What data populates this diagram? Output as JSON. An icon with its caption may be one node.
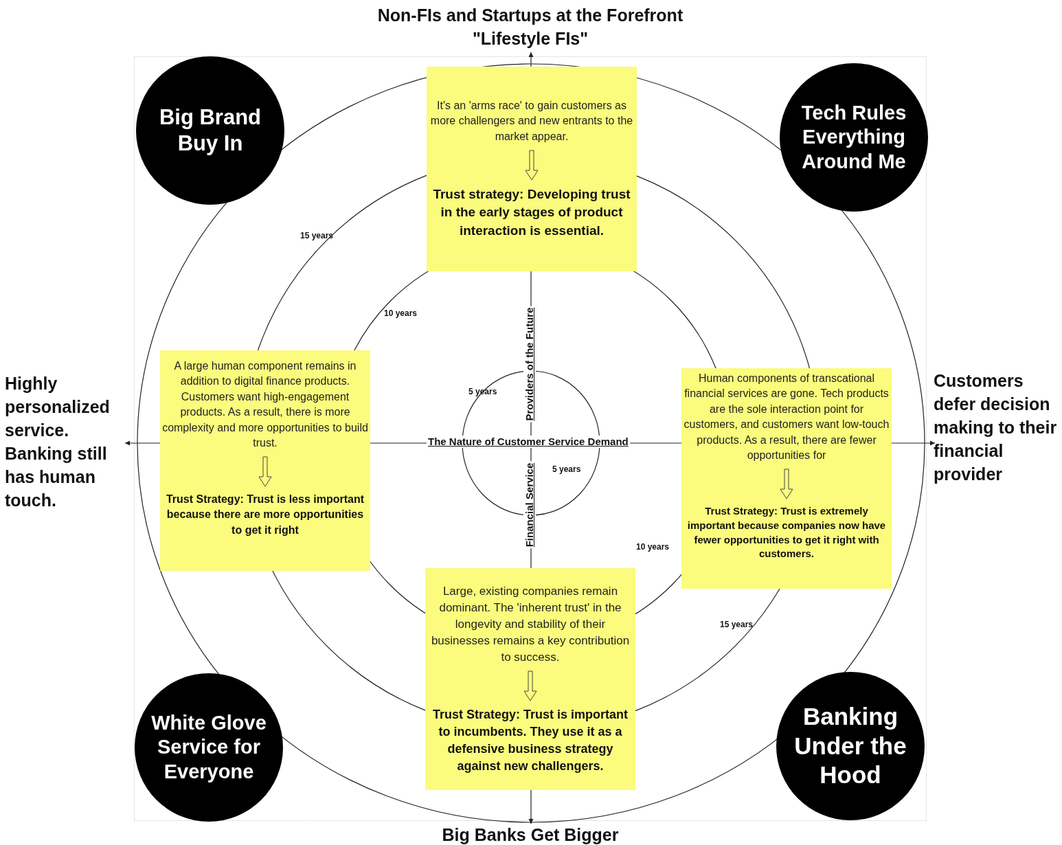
{
  "diagram": {
    "nodes": [
      {
        "text": [
          "Big Brand Buy In"
        ]
      },
      {
        "text": [
          "It's an 'arms race' to gain customers as more challengers and new entrants to the market appear.",
          "Trust strategy: Developing trust in the early stages of product interaction is essential."
        ]
      },
      {
        "text": [
          "Tech Rules Everything Around Me"
        ]
      },
      {
        "text": [
          "A large human component remains in addition to digital finance products. Customers want high-engagement products. As a result, there is more complexity and more opportunities to build trust.",
          "Trust Strategy: Trust is less important because there are more opportunities to get it right"
        ]
      },
      {
        "text": [
          "Human components of transcational financial services are gone. Tech products are the sole interaction point for customers, and customers want low-touch products. As a result, there are fewer opportunities for",
          "Trust Strategy: Trust is extremely important because companies now have fewer opportunities to get it right with customers."
        ]
      },
      {
        "text": [
          "Large, existing companies remain dominant. The 'inherent trust' in the longevity and stability of their businesses remains a key contribution to success.",
          "Trust Strategy: Trust is important to incumbents. They use it as a defensive business strategy against new challengers."
        ]
      },
      {
        "text": [
          "White Glove Service for Everyone"
        ]
      },
      {
        "text": [
          "Banking Under the Hood"
        ]
      }
    ],
    "labels": [
      "Non-FIs and Startups at the Forefront \"Lifestyle FIs\"",
      "15 years",
      "10 years",
      "Providers of the Future",
      "5 years",
      "Highly personalized service. Banking still has human touch.",
      "The Nature of Customer Service Demand",
      "Customers defer decision making to their financial provider",
      "5 years",
      "Financial Service",
      "10 years",
      "15 years",
      "Big Banks Get Bigger"
    ]
  }
}
